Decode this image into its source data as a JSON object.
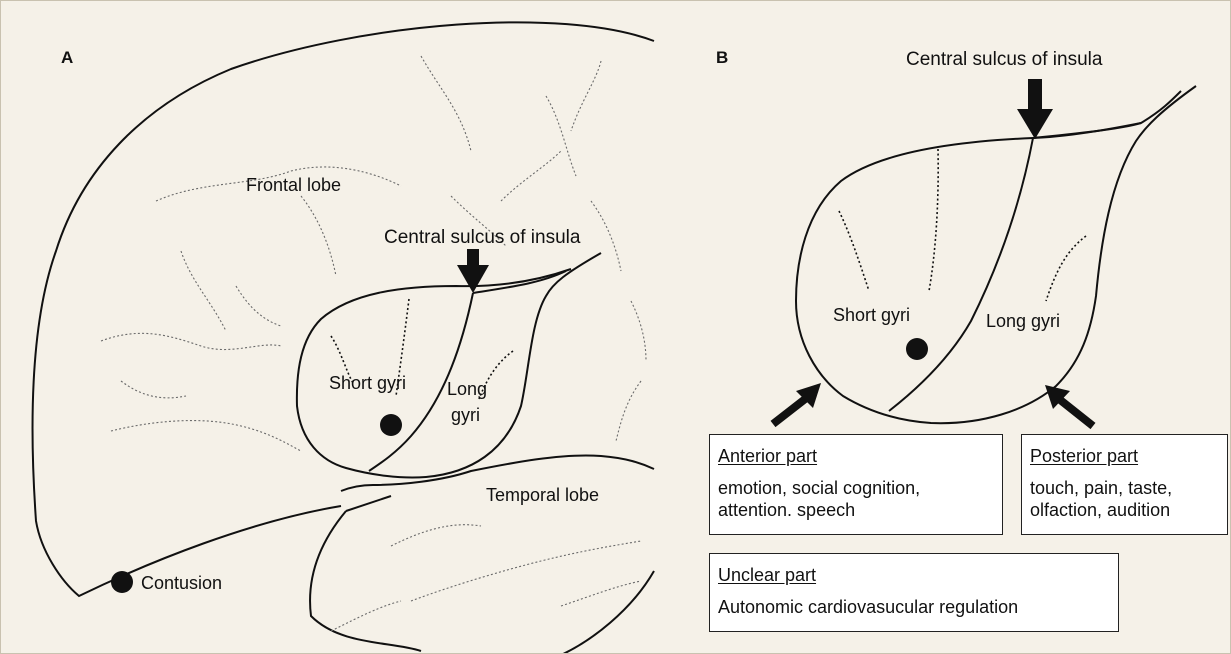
{
  "panel_a": {
    "letter": "A",
    "frontal_lobe": "Frontal lobe",
    "central_sulcus": "Central sulcus of insula",
    "short_gyri": "Short gyri",
    "long_gyri_line1": "Long",
    "long_gyri_line2": "gyri",
    "temporal_lobe": "Temporal lobe",
    "legend_label": "Contusion"
  },
  "panel_b": {
    "letter": "B",
    "central_sulcus": "Central sulcus of insula",
    "short_gyri": "Short gyri",
    "long_gyri": "Long gyri",
    "anterior": {
      "heading": "Anterior part",
      "line1": "emotion, social cognition,",
      "line2": "attention. speech"
    },
    "posterior": {
      "heading": "Posterior part",
      "line1": "touch, pain, taste,",
      "line2": "olfaction, audition"
    },
    "unclear": {
      "heading": "Unclear part",
      "line1": "Autonomic cardiovasucular regulation"
    }
  },
  "colors": {
    "background": "#f5f1e8",
    "ink": "#111111"
  }
}
